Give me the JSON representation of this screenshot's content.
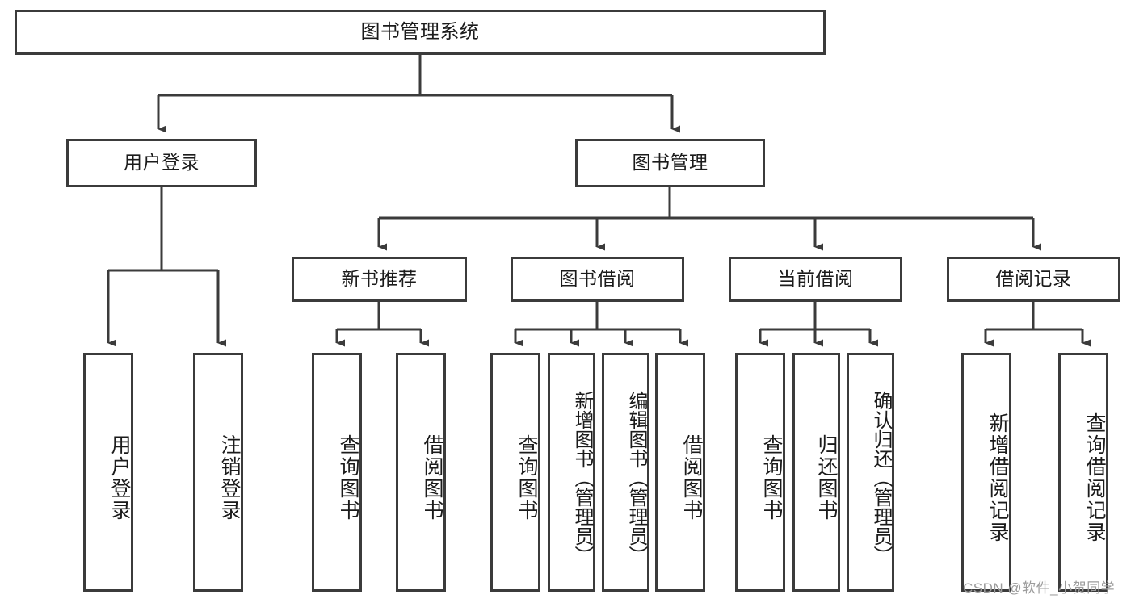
{
  "diagram": {
    "title": "图书管理系统",
    "type": "tree-hierarchy",
    "nodes": {
      "root": {
        "label": "图书管理系统"
      },
      "level2": [
        {
          "id": "user-login",
          "label": "用户登录"
        },
        {
          "id": "book-manage",
          "label": "图书管理"
        }
      ],
      "level3": [
        {
          "id": "new-book-recommend",
          "label": "新书推荐"
        },
        {
          "id": "book-borrow",
          "label": "图书借阅"
        },
        {
          "id": "current-borrow",
          "label": "当前借阅"
        },
        {
          "id": "borrow-record",
          "label": "借阅记录"
        }
      ],
      "leaves": {
        "user-login": [
          {
            "id": "leaf-user-login",
            "label": "用户登录"
          },
          {
            "id": "leaf-logout",
            "label": "注销登录"
          }
        ],
        "new-book-recommend": [
          {
            "id": "leaf-query-book-1",
            "label": "查询图书"
          },
          {
            "id": "leaf-borrow-book-1",
            "label": "借阅图书"
          }
        ],
        "book-borrow": [
          {
            "id": "leaf-query-book-2",
            "label": "查询图书"
          },
          {
            "id": "leaf-add-book",
            "label": "新增图书（管理员）"
          },
          {
            "id": "leaf-edit-book",
            "label": "编辑图书（管理员）"
          },
          {
            "id": "leaf-borrow-book-2",
            "label": "借阅图书"
          }
        ],
        "current-borrow": [
          {
            "id": "leaf-query-book-3",
            "label": "查询图书"
          },
          {
            "id": "leaf-return-book",
            "label": "归还图书"
          },
          {
            "id": "leaf-confirm-return",
            "label": "确认归还（管理员）"
          }
        ],
        "borrow-record": [
          {
            "id": "leaf-add-record",
            "label": "新增借阅记录"
          },
          {
            "id": "leaf-query-record",
            "label": "查询借阅记录"
          }
        ]
      }
    },
    "colors": {
      "stroke": "#3b3b3b",
      "box_fill": "#ffffff",
      "text": "#1b1b1b",
      "watermark": "#9c9c9c"
    }
  },
  "watermark": {
    "text": "CSDN @软件_小贺同学"
  }
}
